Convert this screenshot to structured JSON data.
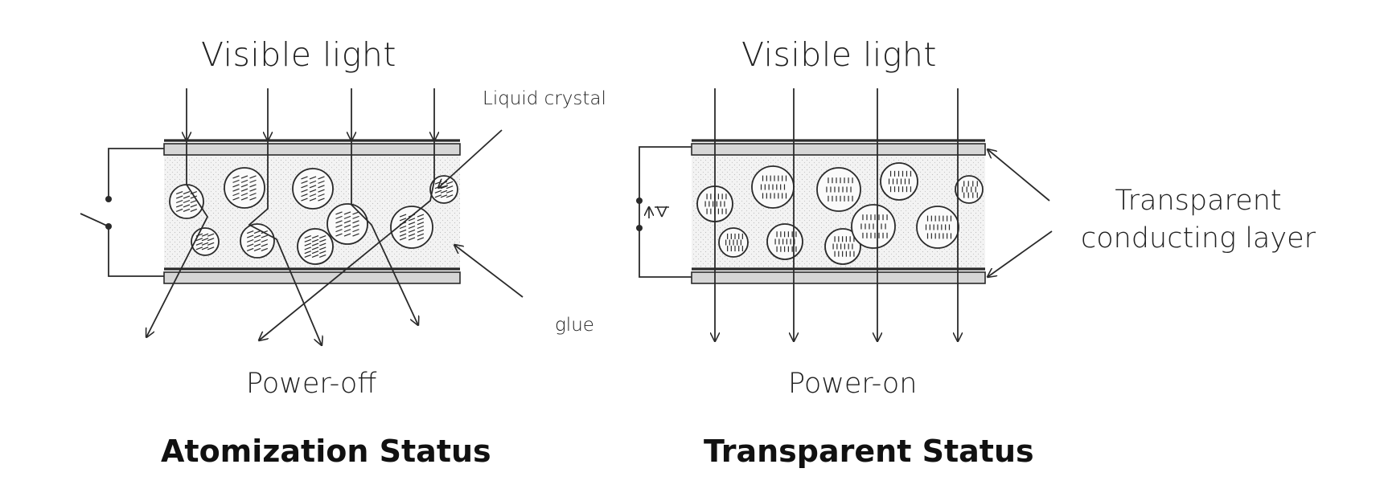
{
  "left_panel": {
    "light_label": "Visible light",
    "crystal_label": "Liquid crystal",
    "glue_label": "glue",
    "power_label": "Power-off",
    "status_label": "Atomization Status"
  },
  "right_panel": {
    "light_label": "Visible light",
    "layer_label_line1": "Transparent",
    "layer_label_line2": "conducting layer",
    "power_label": "Power-on",
    "status_label": "Transparent Status"
  },
  "colors": {
    "line": "#2a2a2a",
    "plate_fill": "#d6d6d6",
    "medium_fill": "#f1f1f1"
  }
}
